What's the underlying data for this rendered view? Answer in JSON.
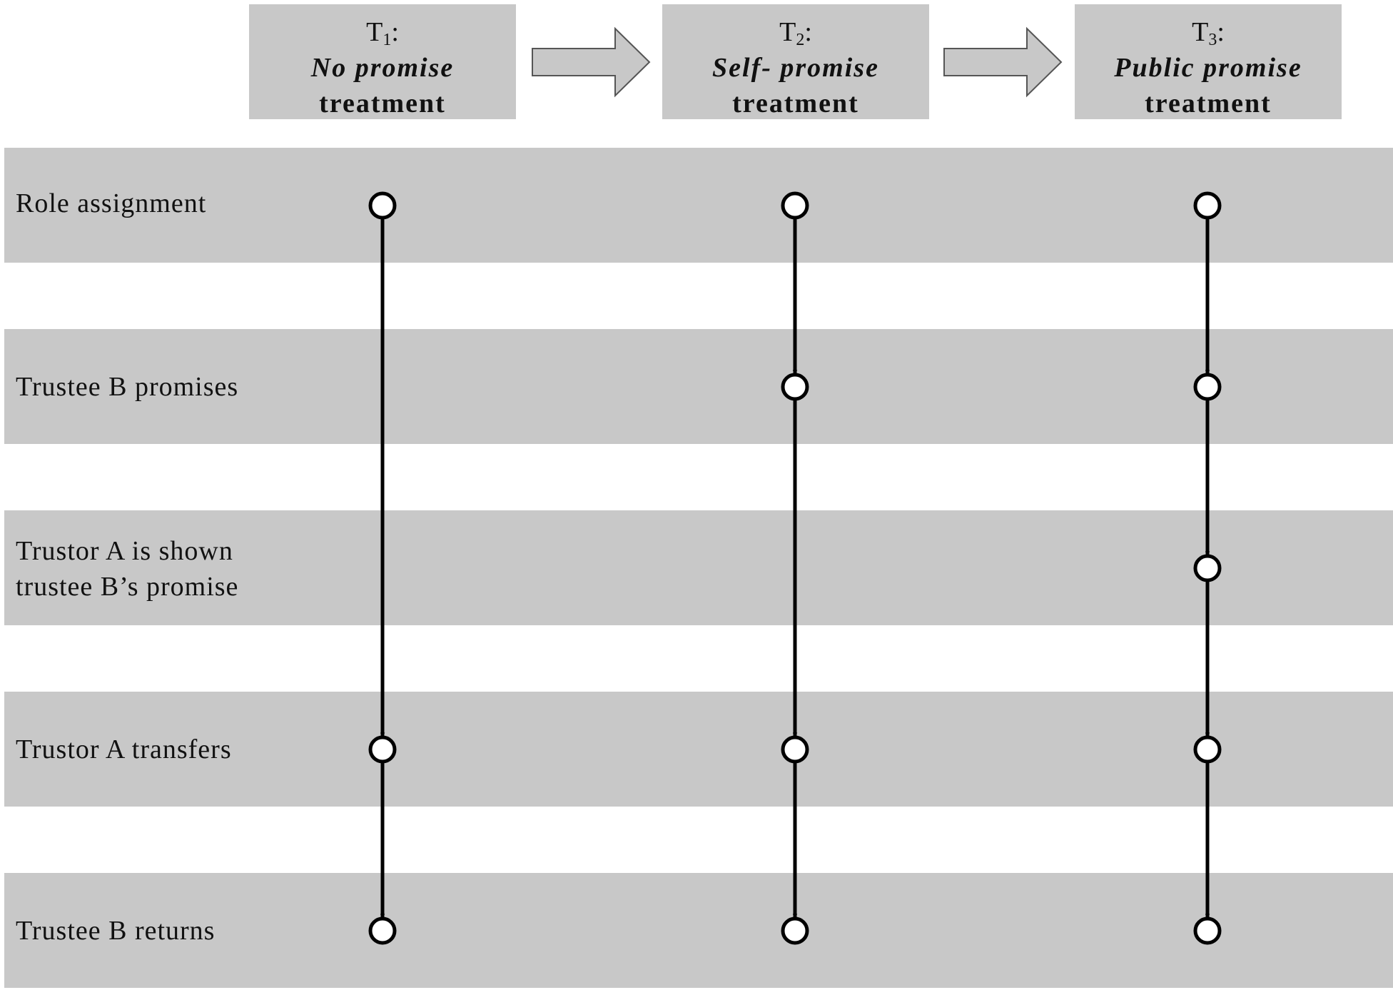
{
  "treatments": [
    {
      "head": "T",
      "sub": "1",
      "colon": ":",
      "name": "No promise",
      "suffix": "treatment"
    },
    {
      "head": "T",
      "sub": "2",
      "colon": ":",
      "name": "Self- promise",
      "suffix": "treatment"
    },
    {
      "head": "T",
      "sub": "3",
      "colon": ":",
      "name": "Public promise",
      "suffix": "treatment"
    }
  ],
  "stages": [
    {
      "label": "Role assignment"
    },
    {
      "label": "Trustee B promises"
    },
    {
      "label": "Trustor A is shown\ntrustee B’s promise"
    },
    {
      "label": "Trustor A transfers"
    },
    {
      "label": "Trustee B returns"
    }
  ],
  "flows": [
    {
      "treatment": 0,
      "stages": [
        0,
        3,
        4
      ]
    },
    {
      "treatment": 1,
      "stages": [
        0,
        1,
        3,
        4
      ]
    },
    {
      "treatment": 2,
      "stages": [
        0,
        1,
        2,
        3,
        4
      ]
    }
  ],
  "colors": {
    "band": "#c8c8c8",
    "box": "#c8c8c8",
    "arrow_fill": "#c8c8c8",
    "line": "#000000",
    "node_fill": "#ffffff"
  }
}
